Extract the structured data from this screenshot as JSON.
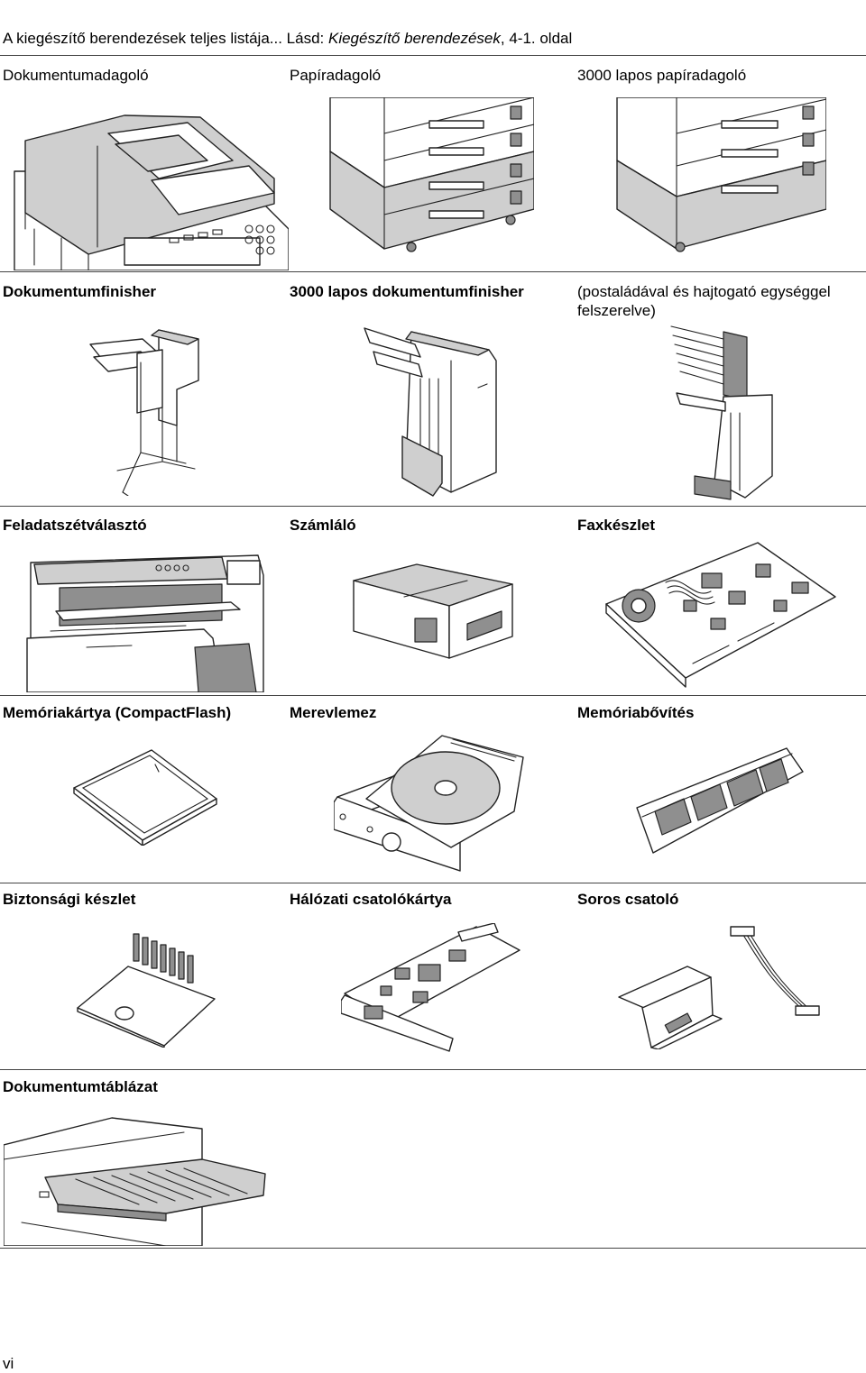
{
  "intro": {
    "prefix": "A kiegészítő berendezések teljes listája... Lásd: ",
    "link": "Kiegészítő berendezések",
    "suffix": ", 4-1. oldal"
  },
  "rows": [
    {
      "items": [
        {
          "label": "Dokumentumadagoló"
        },
        {
          "label": "Papíradagoló"
        },
        {
          "label": "3000 lapos papíradagoló"
        }
      ]
    },
    {
      "items": [
        {
          "label": "Dokumentumfinisher"
        },
        {
          "label": "3000 lapos dokumentumfinisher"
        },
        {
          "label": "(postaládával és hajtogató egységgel",
          "label2": "felszerelve)"
        }
      ]
    },
    {
      "items": [
        {
          "label": "Feladatszétválasztó"
        },
        {
          "label": "Számláló"
        },
        {
          "label": "Faxkészlet"
        }
      ]
    },
    {
      "items": [
        {
          "label": "Memóriakártya (CompactFlash)"
        },
        {
          "label": "Merevlemez"
        },
        {
          "label": "Memóriabővítés"
        }
      ]
    },
    {
      "items": [
        {
          "label": "Biztonsági készlet"
        },
        {
          "label": "Hálózati csatolókártya"
        },
        {
          "label": "Soros csatoló"
        }
      ]
    },
    {
      "items": [
        {
          "label": "Dokumentumtáblázat"
        }
      ]
    }
  ],
  "footer": {
    "page": "vi"
  }
}
